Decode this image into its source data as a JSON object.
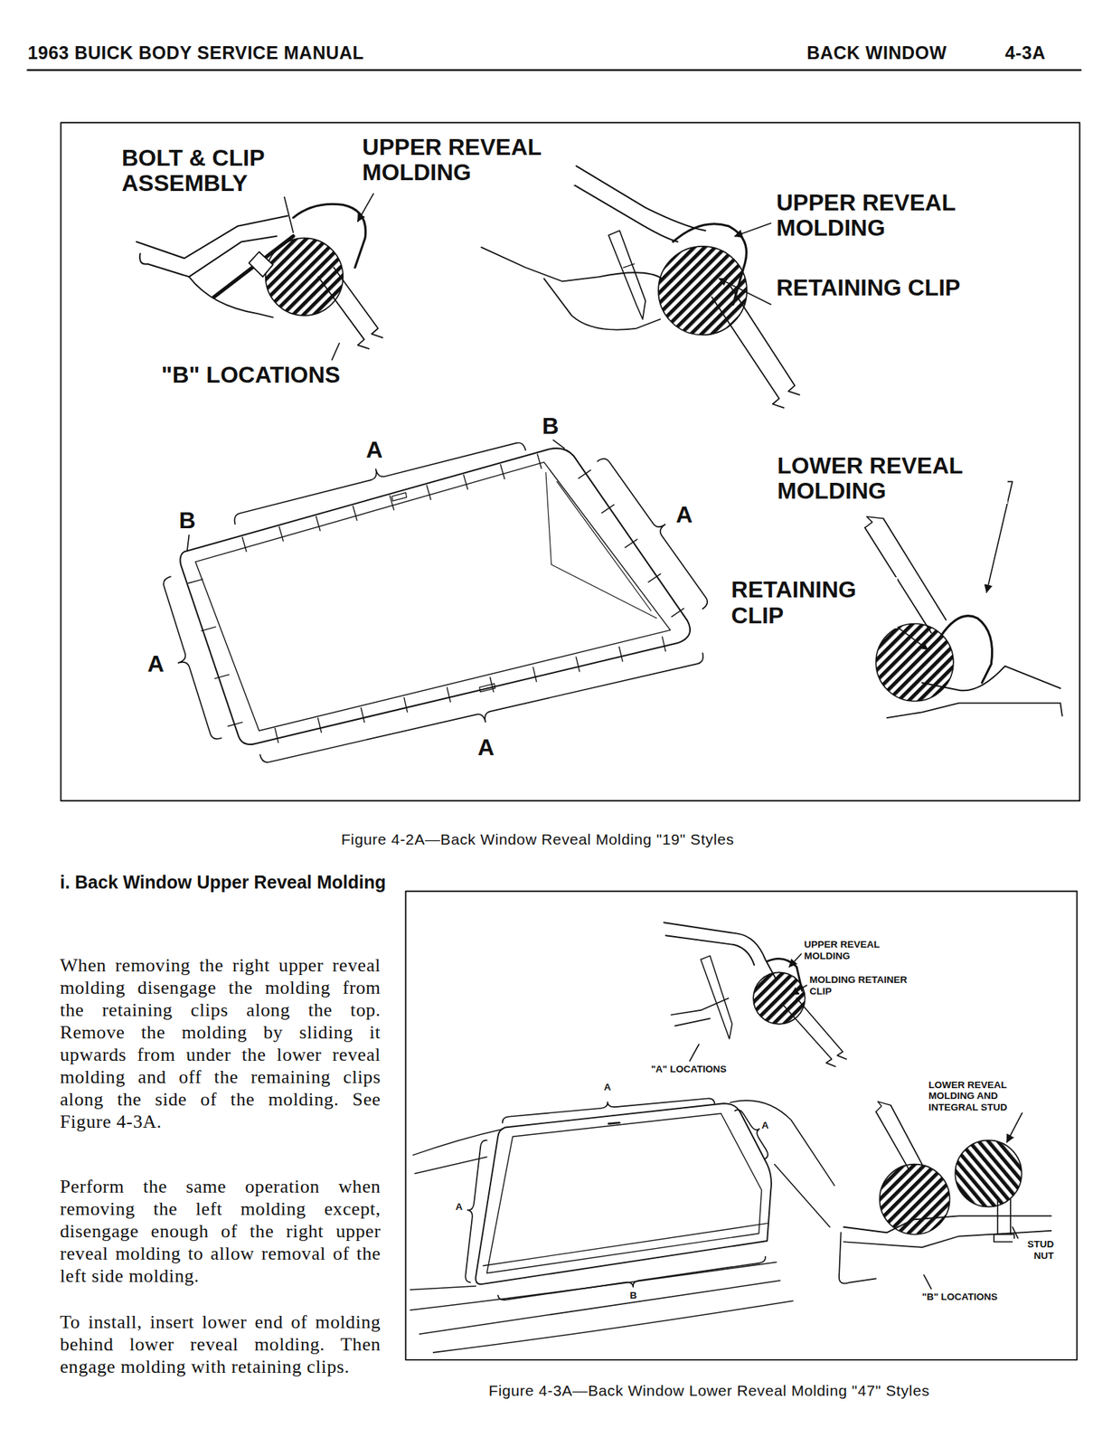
{
  "diagram": {
    "labels": [
      "1963 BUICK BODY SERVICE MANUAL",
      "BACK WINDOW",
      "4-3A",
      "BOLT & CLIP ASSEMBLY",
      "UPPER REVEAL MOLDING",
      "UPPER REVEAL MOLDING",
      "RETAINING CLIP",
      "\"B\" LOCATIONS",
      "B",
      "A",
      "B",
      "A",
      "LOWER REVEAL MOLDING",
      "RETAINING CLIP",
      "A",
      "A",
      "Figure 4-2A—Back Window Reveal Molding \"19\" Styles",
      "i. Back Window Upper Reveal Molding",
      "When removing the right upper reveal molding disengage the molding from the retaining clips along the top. Remove the molding by sliding it upwards from under the lower reveal molding and off the remaining clips along the side of the molding. See Figure 4-3A.",
      "Perform the same operation when removing the left molding except, disengage enough of the right upper reveal molding to allow removal of the left side molding.",
      "To install, insert lower end of molding behind lower reveal molding. Then engage molding with retaining clips.",
      "UPPER REVEAL MOLDING",
      "MOLDING RETAINER CLIP",
      "\"A\" LOCATIONS",
      "LOWER REVEAL MOLDING AND INTEGRAL STUD",
      "A",
      "A",
      "A",
      "B",
      "STUD NUT",
      "\"B\" LOCATIONS",
      "Figure 4-3A—Back Window Lower Reveal Molding \"47\" Styles"
    ]
  }
}
